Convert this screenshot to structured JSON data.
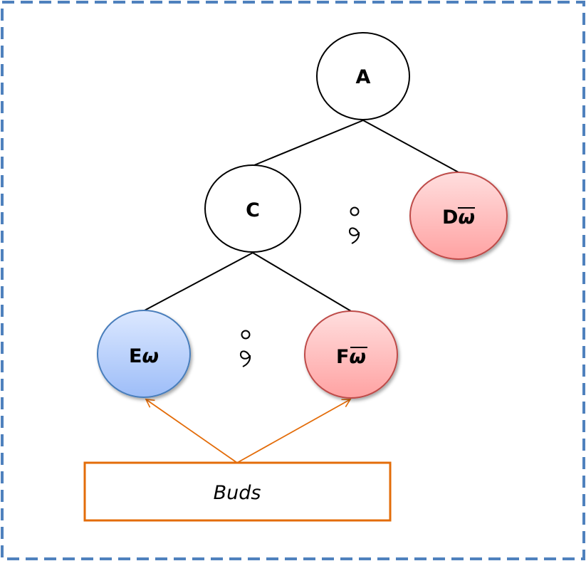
{
  "colors": {
    "frame": "#4F81BD",
    "edge": "#000000",
    "arrow": "#E36C09",
    "blue_fill_top": "#DCE8FF",
    "blue_fill_bottom": "#9DBDF8",
    "blue_stroke": "#4A7EBB",
    "red_fill_top": "#FFDEDE",
    "red_fill_bottom": "#FFA2A2",
    "red_stroke": "#BE4B48"
  },
  "nodes": {
    "a": {
      "letter": "A",
      "suffix": "",
      "overline": false,
      "style": "plain"
    },
    "c": {
      "letter": "C",
      "suffix": "",
      "overline": false,
      "style": "plain"
    },
    "d": {
      "letter": "D",
      "suffix": "ω",
      "overline": true,
      "style": "red"
    },
    "e": {
      "letter": "E",
      "suffix": "ω",
      "overline": false,
      "style": "blue"
    },
    "f": {
      "letter": "F",
      "suffix": "ω",
      "overline": true,
      "style": "red"
    }
  },
  "symbols": {
    "upper": "⚲",
    "lower": "⚲"
  },
  "buds": {
    "label": "Buds"
  }
}
